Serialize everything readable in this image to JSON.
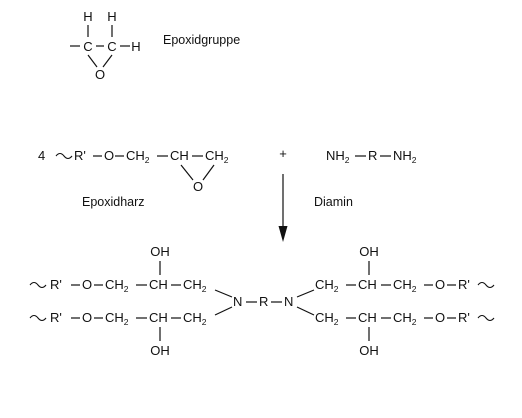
{
  "epoxy_group": {
    "label": "Epoxidgruppe",
    "atoms": {
      "h1": "H",
      "h2": "H",
      "c1": "C",
      "c2": "C",
      "h_right": "H",
      "o": "O"
    }
  },
  "reactants": {
    "resin": {
      "coefficient": "4",
      "label": "Epoxidharz",
      "r": "R'",
      "o1": "O",
      "ch2a": "CH",
      "ch2a_sub": "2",
      "ch": "CH",
      "ch2b": "CH",
      "ch2b_sub": "2",
      "ring_o": "O"
    },
    "plus": "+",
    "diamine": {
      "label": "Diamin",
      "nh2_left": "NH",
      "nh2_left_sub": "2",
      "r": "R",
      "nh2_right": "NH",
      "nh2_right_sub": "2"
    }
  },
  "product": {
    "r": "R'",
    "o": "O",
    "ch2": "CH",
    "ch": "CH",
    "sub2": "2",
    "oh": "OH",
    "n": "N",
    "core_r": "R"
  }
}
